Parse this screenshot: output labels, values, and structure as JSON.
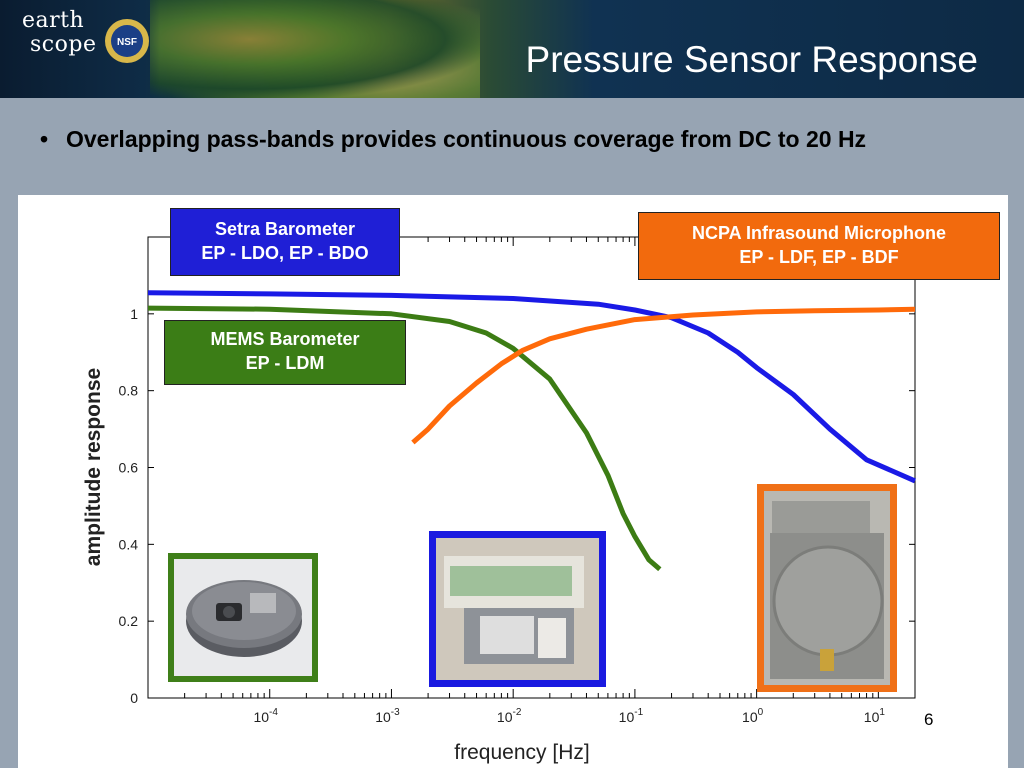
{
  "header": {
    "title": "Pressure Sensor Response",
    "logo": {
      "line1": "earth",
      "line2": "scope",
      "seal": "NSF"
    }
  },
  "bullets": [
    "Overlapping pass-bands provides continuous coverage from DC to 20 Hz"
  ],
  "slide_number": "6",
  "annotations": {
    "setra": {
      "line1": "Setra Barometer",
      "line2": "EP - LDO, EP - BDO"
    },
    "ncpa": {
      "line1": "NCPA Infrasound Microphone",
      "line2": "EP - LDF, EP - BDF"
    },
    "mems": {
      "line1": "MEMS Barometer",
      "line2": "EP - LDM"
    }
  },
  "photos": [
    {
      "name": "mems-barometer-photo",
      "frame_color": "#3f7f19"
    },
    {
      "name": "setra-barometer-photo",
      "frame_color": "#1a1ae0"
    },
    {
      "name": "ncpa-microphone-photo",
      "frame_color": "#f07017"
    }
  ],
  "chart_data": {
    "type": "line",
    "xlabel": "frequency [Hz]",
    "ylabel": "amplitude response",
    "xscale": "log",
    "xlim": [
      1e-05,
      20
    ],
    "ylim": [
      0,
      1.2
    ],
    "x_ticks": [
      {
        "value": 0.0001,
        "base": "10",
        "exp": "-4"
      },
      {
        "value": 0.001,
        "base": "10",
        "exp": "-3"
      },
      {
        "value": 0.01,
        "base": "10",
        "exp": "-2"
      },
      {
        "value": 0.1,
        "base": "10",
        "exp": "-1"
      },
      {
        "value": 1,
        "base": "10",
        "exp": "0"
      },
      {
        "value": 10,
        "base": "10",
        "exp": "1"
      }
    ],
    "y_ticks": [
      0,
      0.2,
      0.4,
      0.6,
      0.8,
      1
    ],
    "grid": false,
    "series": [
      {
        "key": "setra",
        "color": "#1a1ae6",
        "x": [
          1e-05,
          0.0001,
          0.001,
          0.01,
          0.05,
          0.1,
          0.2,
          0.4,
          0.7,
          1,
          2,
          4,
          8,
          20
        ],
        "y": [
          1.055,
          1.052,
          1.048,
          1.04,
          1.025,
          1.01,
          0.99,
          0.95,
          0.9,
          0.86,
          0.79,
          0.7,
          0.62,
          0.565
        ]
      },
      {
        "key": "mems",
        "color": "#3c7c14",
        "x": [
          1e-05,
          0.0001,
          0.001,
          0.003,
          0.006,
          0.01,
          0.02,
          0.04,
          0.06,
          0.08,
          0.1,
          0.13,
          0.16
        ],
        "y": [
          1.015,
          1.012,
          1.0,
          0.98,
          0.95,
          0.91,
          0.83,
          0.69,
          0.58,
          0.48,
          0.42,
          0.36,
          0.335
        ]
      },
      {
        "key": "ncpa",
        "color": "#ff6a0a",
        "x": [
          0.0015,
          0.002,
          0.003,
          0.005,
          0.008,
          0.012,
          0.02,
          0.04,
          0.1,
          0.3,
          1,
          3,
          10,
          20
        ],
        "y": [
          0.665,
          0.7,
          0.76,
          0.82,
          0.87,
          0.905,
          0.935,
          0.96,
          0.985,
          0.997,
          1.005,
          1.008,
          1.01,
          1.012
        ]
      }
    ]
  }
}
